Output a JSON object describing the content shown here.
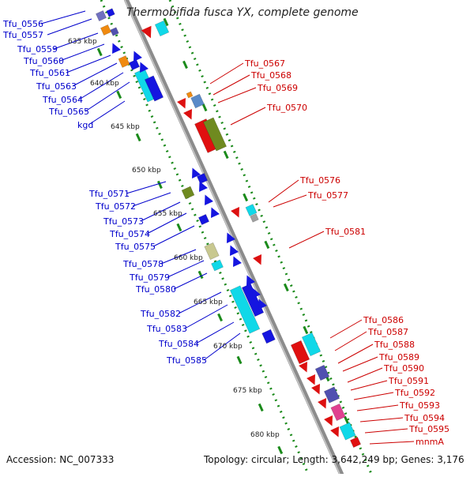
{
  "title": "Thermobifida fusca YX, complete genome",
  "accession": "Accession: NC_007333",
  "summary": "Topology: circular; Length: 3,642,249 bp; Genes: 3,176",
  "colors": {
    "backbone": "#8c8c8c",
    "left_label": "#0000cc",
    "right_label": "#cc0000",
    "scale_dash": "#1a8a1a"
  },
  "kbp_ticks": [
    "635 kbp",
    "640 kbp",
    "645 kbp",
    "650 kbp",
    "655 kbp",
    "660 kbp",
    "665 kbp",
    "670 kbp",
    "675 kbp",
    "680 kbp"
  ],
  "left_genes": [
    "Tfu_0556",
    "Tfu_0557",
    "Tfu_0559",
    "Tfu_0560",
    "Tfu_0561",
    "Tfu_0563",
    "Tfu_0564",
    "Tfu_0565",
    "kgd",
    "Tfu_0571",
    "Tfu_0572",
    "Tfu_0573",
    "Tfu_0574",
    "Tfu_0575",
    "Tfu_0578",
    "Tfu_0579",
    "Tfu_0580",
    "Tfu_0582",
    "Tfu_0583",
    "Tfu_0584",
    "Tfu_0585"
  ],
  "right_genes": [
    "Tfu_0567",
    "Tfu_0568",
    "Tfu_0569",
    "Tfu_0570",
    "Tfu_0576",
    "Tfu_0577",
    "Tfu_0581",
    "Tfu_0586",
    "Tfu_0587",
    "Tfu_0588",
    "Tfu_0589",
    "Tfu_0590",
    "Tfu_0591",
    "Tfu_0592",
    "Tfu_0593",
    "Tfu_0594",
    "Tfu_0595",
    "mnmA"
  ]
}
